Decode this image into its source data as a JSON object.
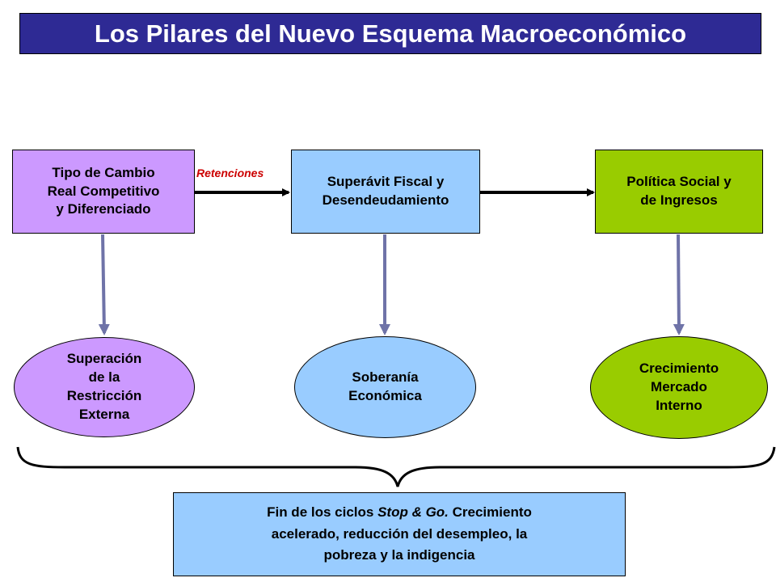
{
  "title": "Los Pilares del Nuevo Esquema Macroeconómico",
  "pillars": [
    {
      "lines": [
        "Tipo de Cambio",
        "Real Competitivo",
        "y Diferenciado"
      ]
    },
    {
      "lines": [
        "Superávit Fiscal y",
        "Desendeudamiento"
      ]
    },
    {
      "lines": [
        "Política Social y",
        "de Ingresos"
      ]
    }
  ],
  "outcomes": [
    {
      "lines": [
        "Superación",
        "de la",
        "Restricción",
        "Externa"
      ]
    },
    {
      "lines": [
        "Soberanía",
        "Económica"
      ]
    },
    {
      "lines": [
        "Crecimiento",
        "Mercado",
        "Interno"
      ]
    }
  ],
  "arrow_label": "Retenciones",
  "conclusion": {
    "prefix": "Fin de los ciclos ",
    "italic": "Stop & Go.",
    "line1_rest": " Crecimiento",
    "line2": "acelerado, reducción del desempleo, la",
    "line3": "pobreza y la indigencia"
  },
  "colors": {
    "title_bg": "#2e2a94",
    "purple": "#cc99ff",
    "blue": "#99ccff",
    "green": "#99cc00",
    "connector": "#6f73a8",
    "label_red": "#cc0000"
  }
}
